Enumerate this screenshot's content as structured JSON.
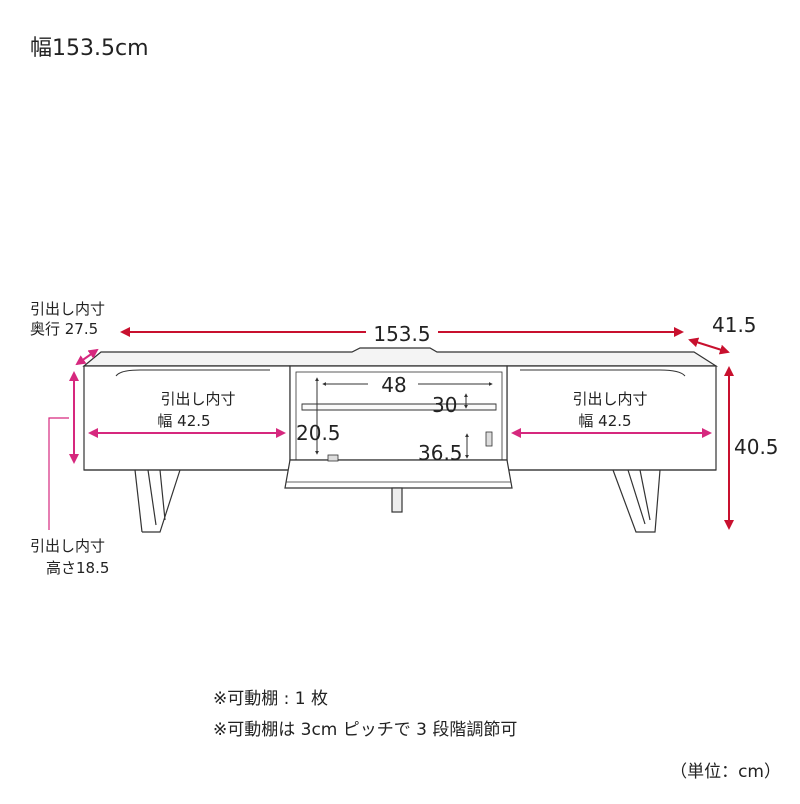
{
  "title": "幅153.5cm",
  "dimensions": {
    "width": "153.5",
    "depth": "41.5",
    "height": "40.5",
    "shelf_width": "48",
    "shelf_pitch": "30",
    "opening_height": "20.5",
    "opening_depth": "36.5"
  },
  "drawer": {
    "left_label_line1": "引出し内寸",
    "left_label_line2": "幅 42.5",
    "right_label_line1": "引出し内寸",
    "right_label_line2": "幅 42.5",
    "depth_label_line1": "引出し内寸",
    "depth_label_line2": "奥行 27.5",
    "height_label_line1": "引出し内寸",
    "height_label_line2": "高さ18.5"
  },
  "notes": {
    "line1": "※可動棚 : 1 枚",
    "line2": "※可動棚は 3cm ピッチで 3 段階調節可"
  },
  "unit": "（単位：cm）",
  "colors": {
    "dimension_red": "#c8102e",
    "dimension_pink": "#d6287e",
    "line_dark": "#333333"
  }
}
